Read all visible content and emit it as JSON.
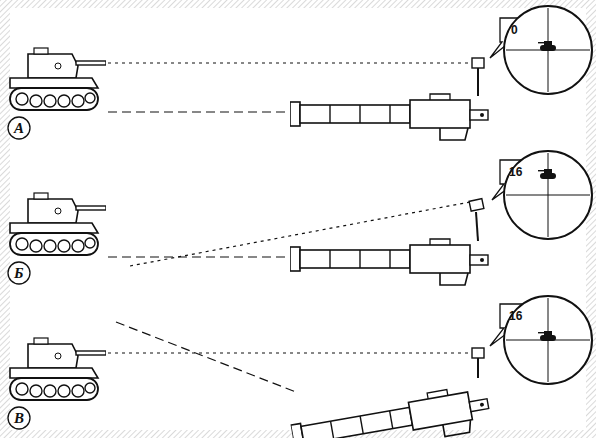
{
  "diagram": {
    "labels": [
      "А",
      "0",
      "Б",
      "16",
      "В",
      "16"
    ]
  }
}
